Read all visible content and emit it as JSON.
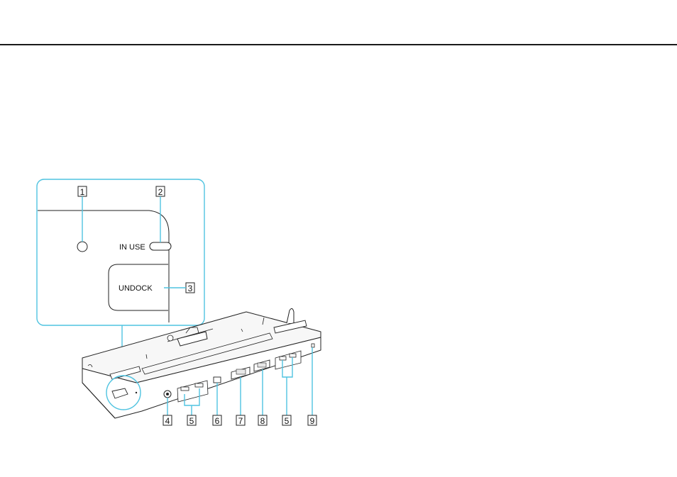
{
  "diagram": {
    "inset": {
      "in_use_label": "IN USE",
      "undock_label": "UNDOCK"
    },
    "callouts": [
      "1",
      "2",
      "3",
      "4",
      "5",
      "6",
      "7",
      "8",
      "5",
      "9"
    ],
    "colors": {
      "leader": "#4fc3e0",
      "outline": "#222222",
      "body_fill": "#f7f7f7"
    }
  }
}
